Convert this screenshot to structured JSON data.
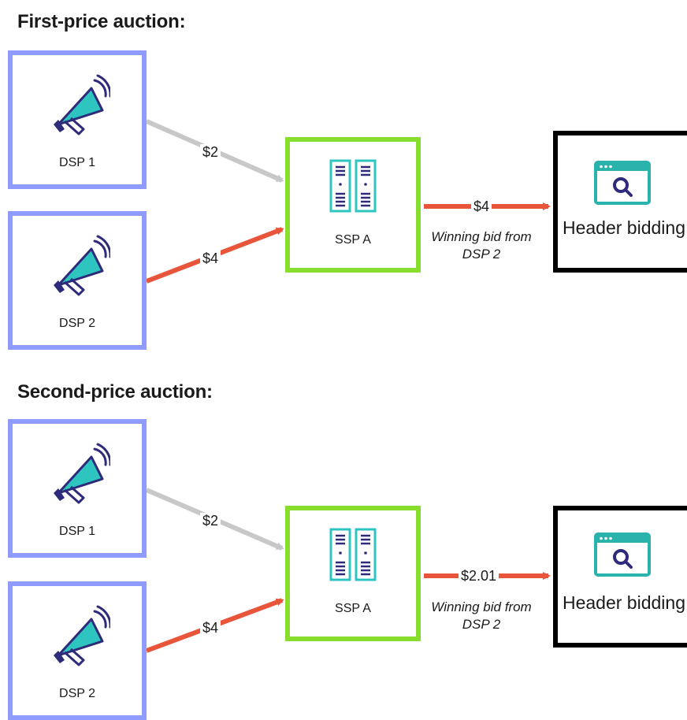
{
  "sections": [
    {
      "title": "First-price auction:",
      "dsp1": {
        "label": "DSP 1",
        "icon": "megaphone-icon",
        "bid": "$2"
      },
      "dsp2": {
        "label": "DSP 2",
        "icon": "megaphone-icon",
        "bid": "$4"
      },
      "ssp": {
        "label": "SSP A",
        "icon": "server-icon",
        "output_price": "$4"
      },
      "winning_note": "Winning bid from DSP 2",
      "header_bidding": {
        "label": "Header bidding",
        "icon": "browser-search-icon"
      }
    },
    {
      "title": "Second-price auction:",
      "dsp1": {
        "label": "DSP 1",
        "icon": "megaphone-icon",
        "bid": "$2"
      },
      "dsp2": {
        "label": "DSP 2",
        "icon": "megaphone-icon",
        "bid": "$4"
      },
      "ssp": {
        "label": "SSP A",
        "icon": "server-icon",
        "output_price": "$2.01"
      },
      "winning_note": "Winning bid from DSP 2",
      "header_bidding": {
        "label": "Header bidding",
        "icon": "browser-search-icon"
      }
    }
  ],
  "colors": {
    "dsp_border": "#8f9bff",
    "ssp_border": "#88dd2f",
    "header_border": "#000000",
    "losing_arrow": "#c8c8c8",
    "winning_arrow": "#e8553a",
    "icon_teal": "#2ec4c0",
    "icon_navy": "#2d2b7a"
  }
}
